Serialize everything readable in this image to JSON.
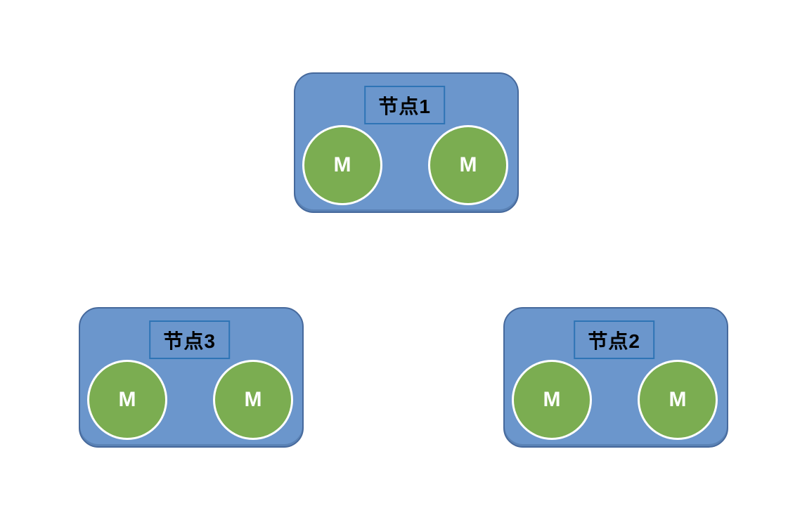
{
  "colors": {
    "node_fill": "#6B96CC",
    "node_border": "#46699C",
    "label_border": "#2E74B5",
    "label_text": "#000000",
    "circle_fill": "#7BAD51",
    "circle_border": "#FFFFFF",
    "circle_text": "#FFFFFF"
  },
  "diagram": {
    "type": "cluster-topology",
    "nodes": [
      {
        "id": "node-1",
        "label": "节点1",
        "position": "top-center",
        "members": [
          "M",
          "M"
        ]
      },
      {
        "id": "node-3",
        "label": "节点3",
        "position": "bottom-left",
        "members": [
          "M",
          "M"
        ]
      },
      {
        "id": "node-2",
        "label": "节点2",
        "position": "bottom-right",
        "members": [
          "M",
          "M"
        ]
      }
    ]
  }
}
